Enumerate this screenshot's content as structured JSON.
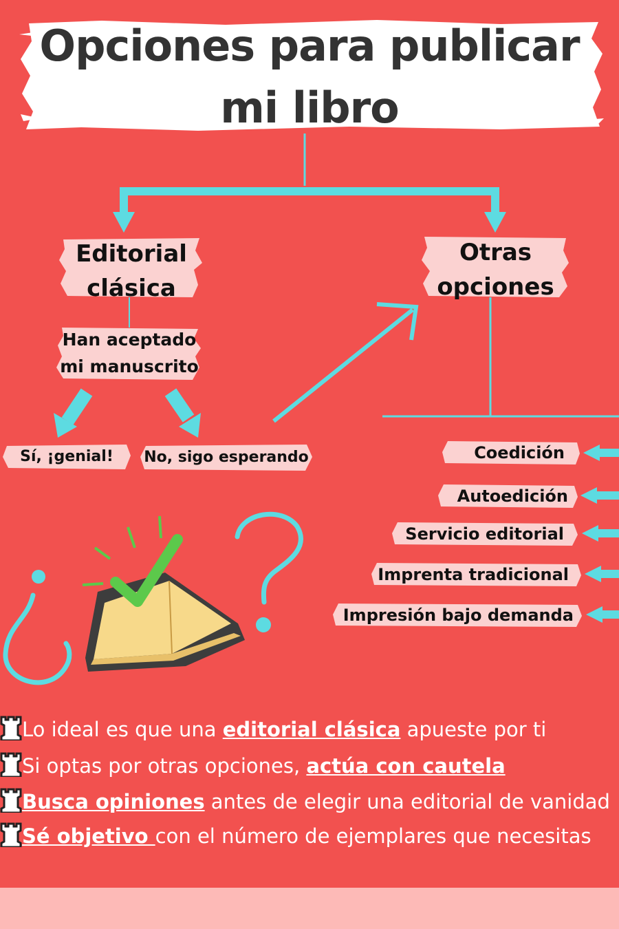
{
  "title": {
    "line1": "Opciones para publicar",
    "line2": "mi libro"
  },
  "branches": {
    "left": {
      "line1": "Editorial",
      "line2": "clásica"
    },
    "right": {
      "line1": "Otras",
      "line2": "opciones"
    }
  },
  "left_flow": {
    "status": {
      "line1": "Han aceptado",
      "line2": "mi manuscrito"
    },
    "yes": "Sí, ¡genial!",
    "no": "No, sigo esperando"
  },
  "other_options": [
    "Coedición",
    "Autoedición",
    "Servicio editorial",
    "Imprenta tradicional",
    "Impresión bajo demanda"
  ],
  "tips": [
    {
      "pre": "Lo ideal es que una ",
      "bold": "editorial clásica",
      "post": " apueste por ti"
    },
    {
      "pre": "Si optas por otras opciones, ",
      "bold": "actúa con cautela",
      "post": ""
    },
    {
      "pre": "",
      "bold": "Busca opiniones",
      "post": " antes de elegir una editorial de vanidad"
    },
    {
      "pre": "",
      "bold": "Sé objetivo ",
      "post": "con el número de ejemplares que necesitas"
    }
  ],
  "colors": {
    "background": "#f2514f",
    "connector": "#5ddbe1",
    "label_bg": "#fbd2d1",
    "check": "#5cc94b",
    "book_page": "#f7d98a",
    "footer": "#fdbab7"
  },
  "icons": [
    "rook-icon",
    "check-icon",
    "book-icon",
    "question-icon",
    "inverted-question-icon"
  ]
}
